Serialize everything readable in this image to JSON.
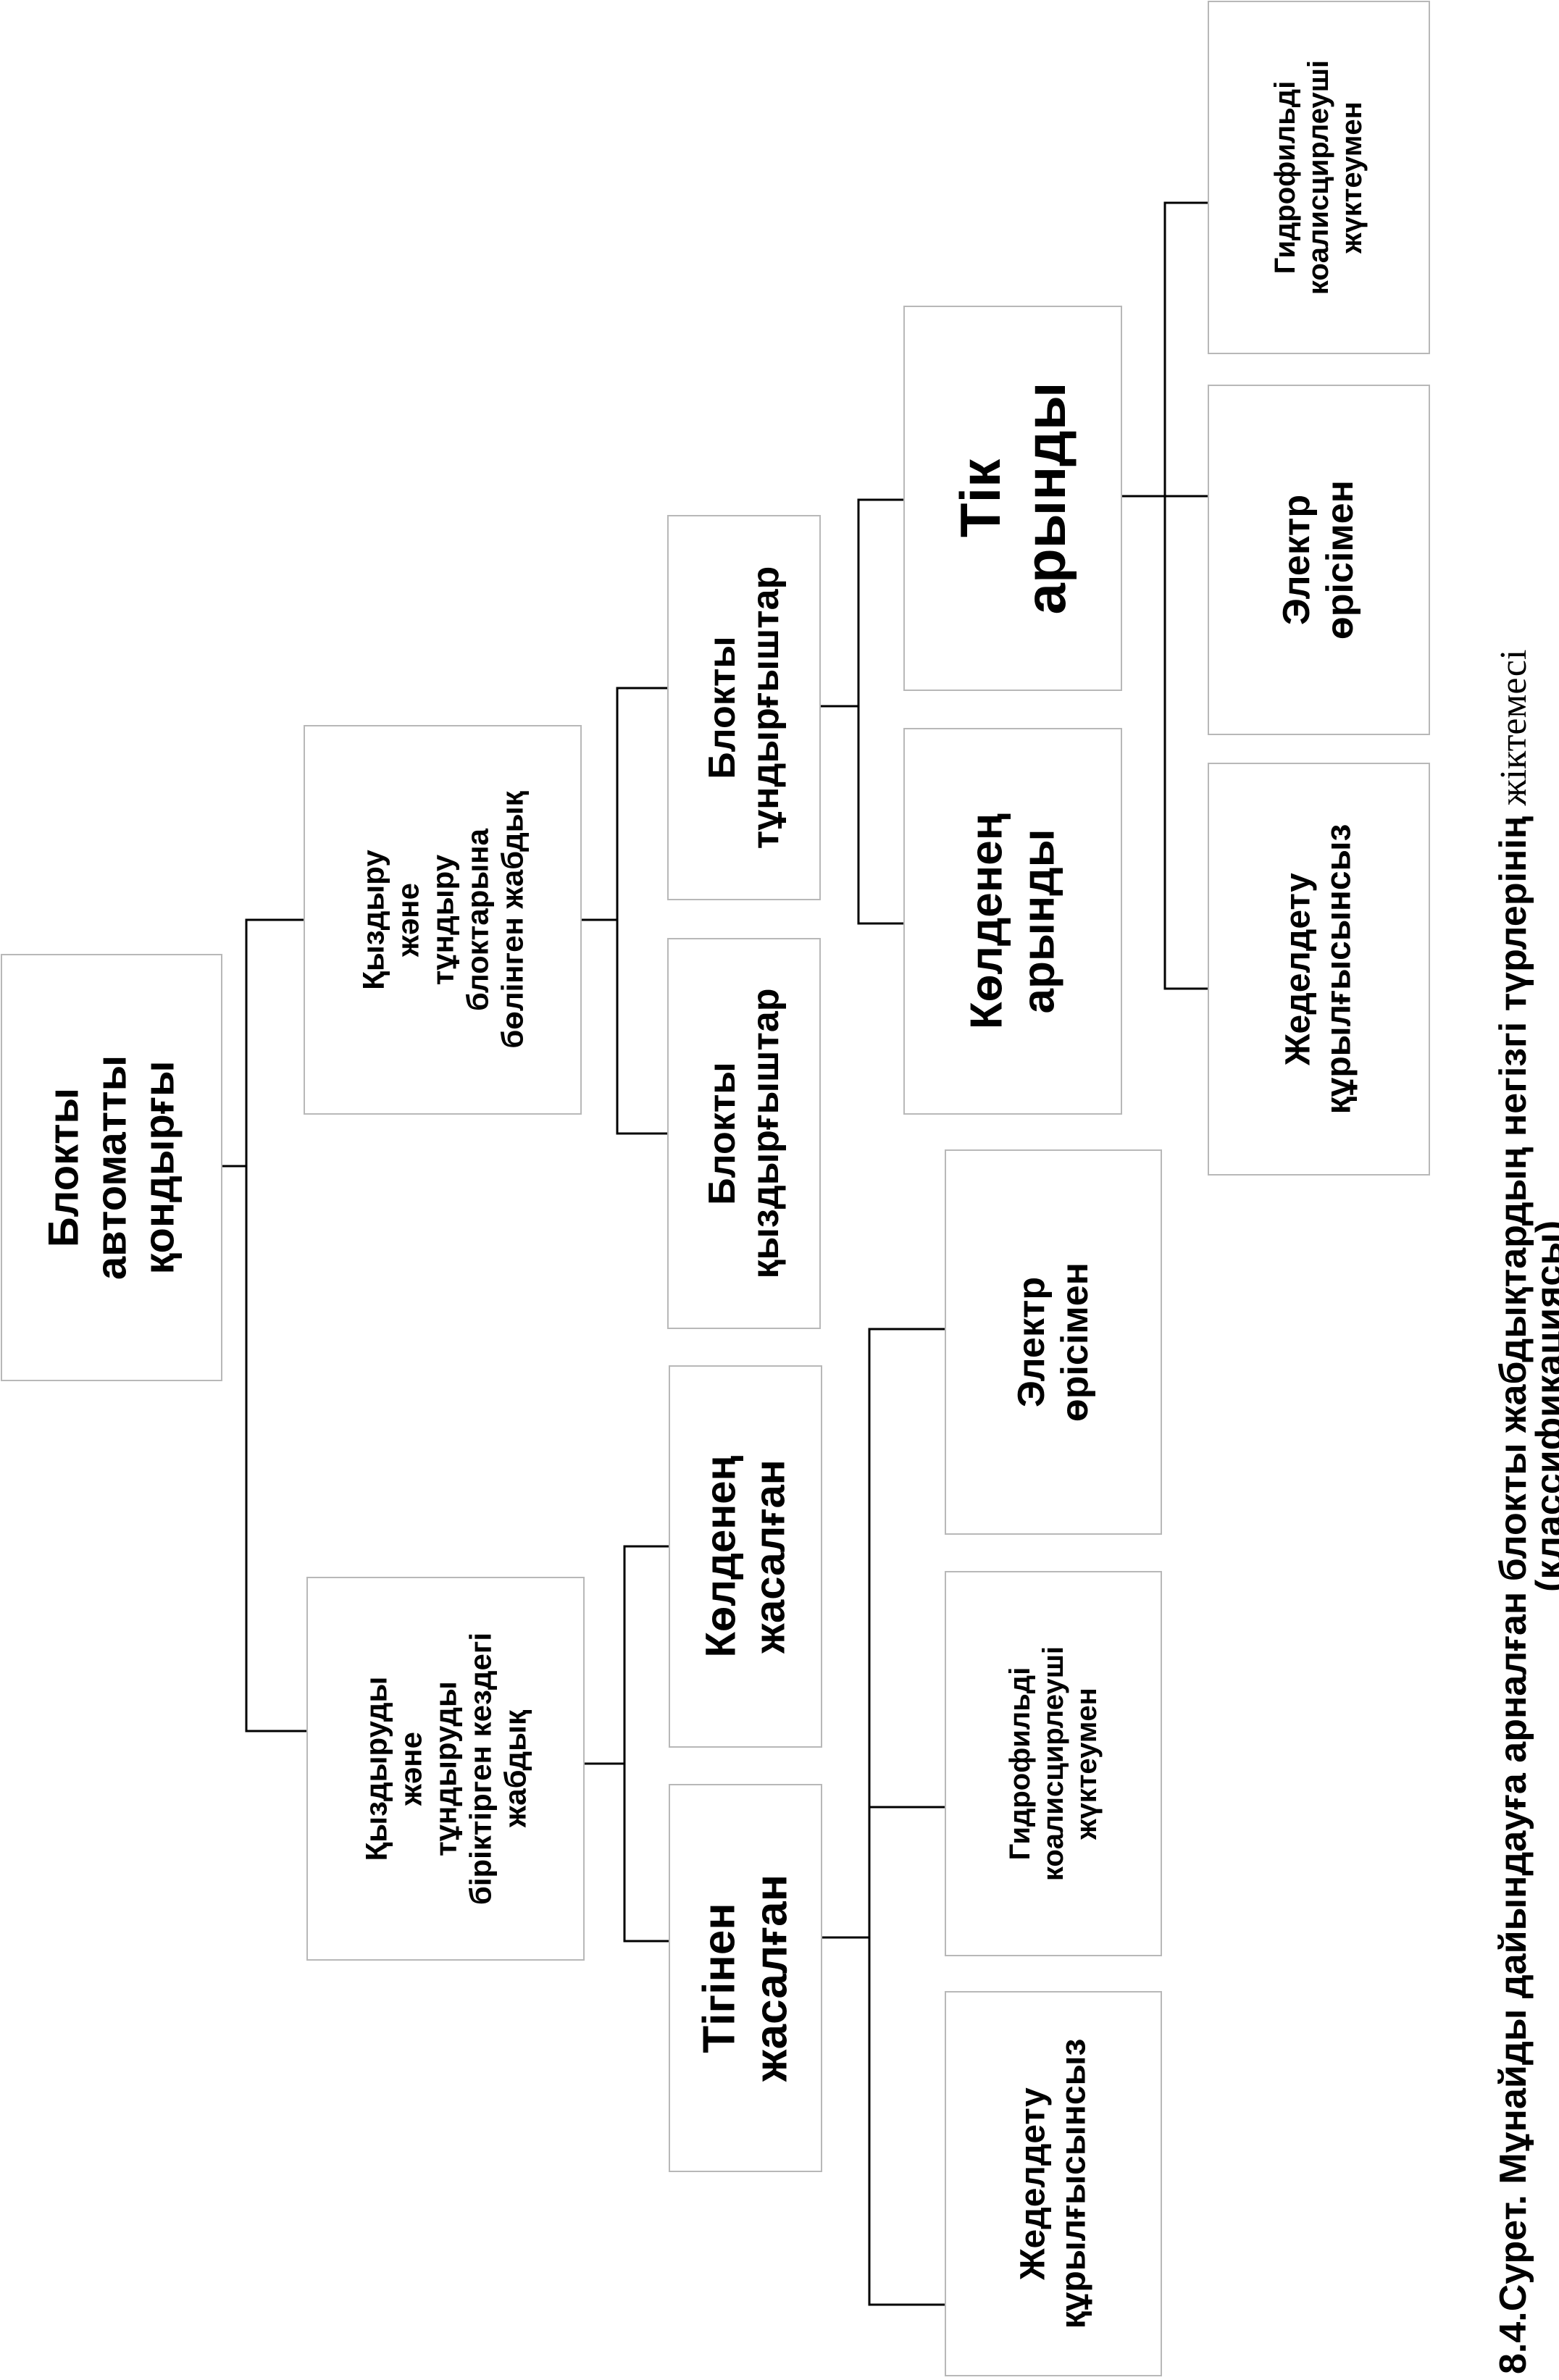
{
  "nodes": {
    "root": [
      "Блокты",
      "автоматты",
      "қондырғы"
    ],
    "sep": [
      "Қыздыру",
      "және",
      "тұндыру",
      "блоктарына",
      "бөлінген жабдық"
    ],
    "comb": [
      "Қыздыруды",
      "және",
      "тұндыруды",
      "біріктірген кездегі",
      "жабдық"
    ],
    "heater": [
      "Блокты",
      "қыздырғыштар"
    ],
    "settler": [
      "Блокты",
      "тұндырғыштар"
    ],
    "horiz_press": [
      "Көлденең",
      "арынды"
    ],
    "vert_press": [
      "Тік",
      "арынды"
    ],
    "no_accel_a": [
      "Жеделдету",
      "құрылғысынсыз"
    ],
    "electric_a": [
      "Электр",
      "өрісімен"
    ],
    "hydro_a": [
      "Гидрофильді",
      "коалисцирлеуші",
      "жүктеумен"
    ],
    "horiz_made": [
      "Көлденең",
      "жасалған"
    ],
    "vert_made": [
      "Тігінен",
      "жасалған"
    ],
    "electric_b": [
      "Электр",
      "өрісімен"
    ],
    "hydro_b": [
      "Гидрофильді",
      "коалисцирлеуші",
      "жүктеумен"
    ],
    "no_accel_b": [
      "Жеделдету",
      "құрылғысынсыз"
    ]
  },
  "caption": {
    "line1_bold": "8.4.Сурет. Мұнайды дайындауға арналған блокты жабдықтардың негізгі түрлерінің ",
    "line1_serif": "жіктемесі",
    "line2": "(классификациясы)"
  }
}
